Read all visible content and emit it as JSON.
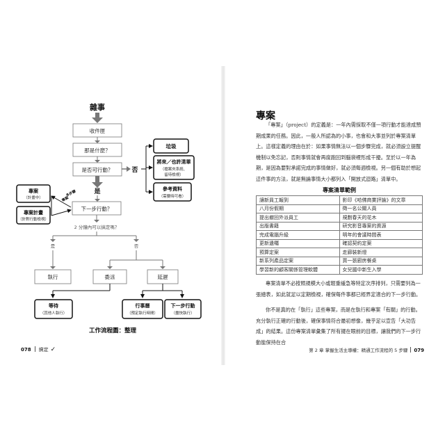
{
  "flowchart": {
    "start": "雜事",
    "inbox": "收件匣",
    "what_is_it": "那是什麼？",
    "actionable_q": "是否可行動？",
    "no_label": "否",
    "yes_label": "是",
    "trash": "垃圾",
    "someday": "將來／也許清單",
    "someday_note1": "（檔案夾系統、",
    "someday_note2": "留待檢視）",
    "reference": "參考資料",
    "reference_note": "（需要時可看）",
    "project_label": "專案",
    "project_sub": "（計畫中）",
    "project_plan": "專案計畫",
    "project_plan_sub": "（針對行動檢視）",
    "multistep_1": "多步驟",
    "multistep_2": "專案",
    "next_action_q": "下一步行動？",
    "two_min_q": "2 分鐘內可以搞定嗎？",
    "yes2": "是",
    "no2": "否",
    "do_it": "執行",
    "delegate": "委派",
    "defer": "延遲",
    "waiting": "等待",
    "waiting_sub": "（其他人執行）",
    "calendar": "行事曆",
    "calendar_sub": "（預定執行時間）",
    "next_actions": "下一步行動",
    "next_actions_sub": "（盡快執行）",
    "caption": "工作流程圖：整理"
  },
  "left_folio": {
    "page": "078",
    "book": "搞定"
  },
  "right": {
    "title": "專案",
    "p1": "「專案」（project）的定義是：一年內需採取不僅一項行動才能達成預期成果的任務。因此，一般人所認為的小事，也會和大事並列於專案清單上。這樣定義的理由在於：如果事情無法以一個步驟完成，就必須設立提醒機制以免忘記，否則事情就會再度跑回到腦袋裡形成干擾。至於以一年為期，是因為要對承諾完成的事情做好，就必須每週檢視。另一個有助於想起這件事的方法，就是無論事情大小都列入「開放式迴路」清單中。",
    "table_title": "專案清單範例",
    "table": [
      [
        "讓新員工報到",
        "影印《哈佛商業評論》的文章"
      ],
      [
        "八月份假期",
        "徵一名公關人員"
      ],
      [
        "提出撤回外派員工",
        "規劃春天的花木"
      ],
      [
        "出版書籍",
        "研究影音專案的資源"
      ],
      [
        "完成電腦升級",
        "明年的會議時間表"
      ],
      [
        "更新遺囑",
        "確認契約定案"
      ],
      [
        "預算定案",
        "走廊裝新燈"
      ],
      [
        "新系列產品定案",
        "買一張廚房餐桌"
      ],
      [
        "學習新的顧客關係管理軟體",
        "女兒國中新生入學"
      ]
    ],
    "p2": "專案清單不必按照規模大小或輕重緩急等特定次序排列，只需要列為一張總表，如此就足以定期檢視，確保每件事都已經界定適合的下一步行動。",
    "p3": "你不是真的在「執行」這些專案，而是在執行和專案「有關」的行動。充分執行正確的行動後，確保事情符合最初想像，幾乎足以宣告「大功告成」的結果。這份專案清單彙集了所有擺在眼前的目標，讓我們的下一步行動能保持在合",
    "folio_chapter": "第 2 章",
    "folio_title": "掌握生活主導權：精通工作流程的 5 步驟",
    "page": "079"
  }
}
